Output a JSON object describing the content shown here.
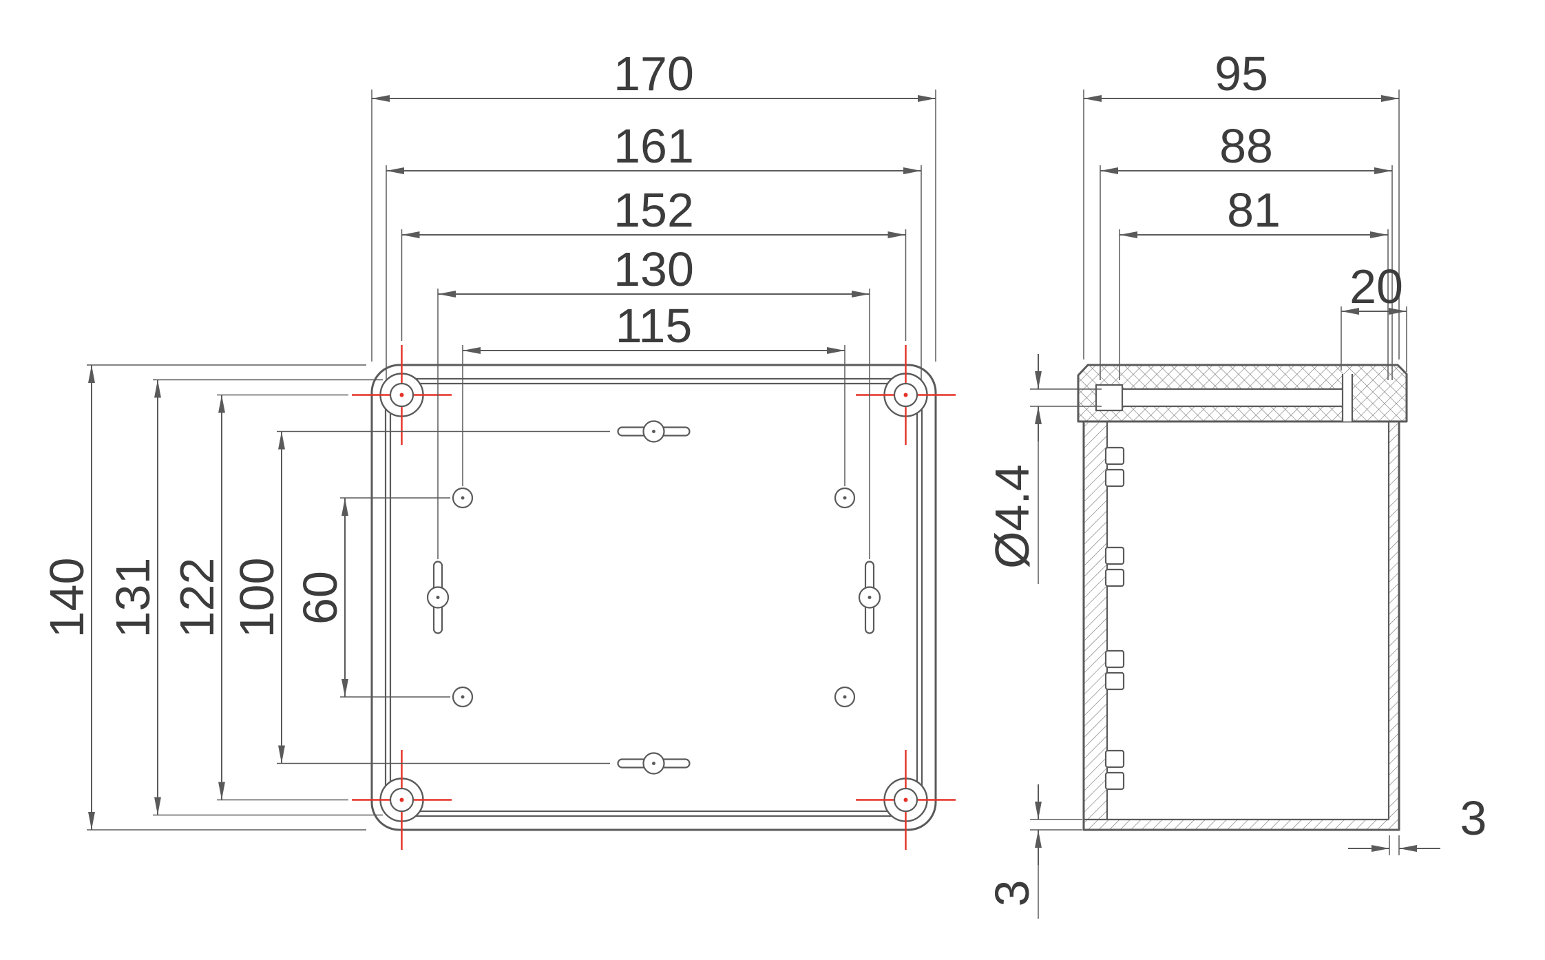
{
  "front_view": {
    "horizontal_dims": {
      "d170": "170",
      "d161": "161",
      "d152": "152",
      "d130": "130",
      "d115": "115"
    },
    "vertical_dims": {
      "d140": "140",
      "d131": "131",
      "d122": "122",
      "d100": "100",
      "d60": "60"
    }
  },
  "side_view": {
    "horizontal_dims": {
      "d95": "95",
      "d88": "88",
      "d81": "81",
      "d20": "20"
    },
    "hole_diameter_label": "Ø4.4",
    "base_thickness_label": "3",
    "wall_thickness_label": "3"
  },
  "colors": {
    "line": "#5a5a5a",
    "text": "#3c3c3c",
    "centerline": "#e53126",
    "hatch": "#787878",
    "background": "#ffffff"
  }
}
